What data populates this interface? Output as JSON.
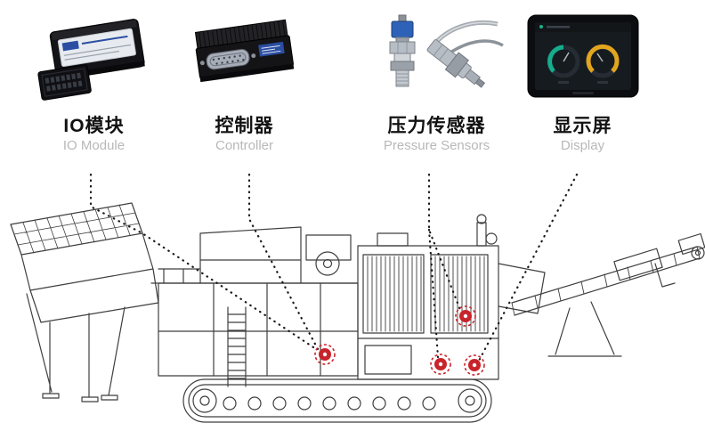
{
  "products": [
    {
      "zh": "IO模块",
      "en": "IO Module",
      "image": "io-module-photo"
    },
    {
      "zh": "控制器",
      "en": "Controller",
      "image": "controller-photo"
    },
    {
      "zh": "压力传感器",
      "en": "Pressure Sensors",
      "image": "pressure-sensors-photo"
    },
    {
      "zh": "显示屏",
      "en": "Display",
      "image": "display-photo"
    }
  ],
  "markers": [
    {
      "name": "io-controller-mount-point"
    },
    {
      "name": "pressure-sensor-point-upper"
    },
    {
      "name": "pressure-sensor-point-lower"
    },
    {
      "name": "display-mount-point"
    }
  ],
  "colors": {
    "marker_red": "#c9242b",
    "leader_line": "#1a1a1a",
    "label_zh": "#121212",
    "label_en": "#b8b8b8",
    "machine_line": "#3f3f3f",
    "accent_blue": "#2b4ea2"
  }
}
